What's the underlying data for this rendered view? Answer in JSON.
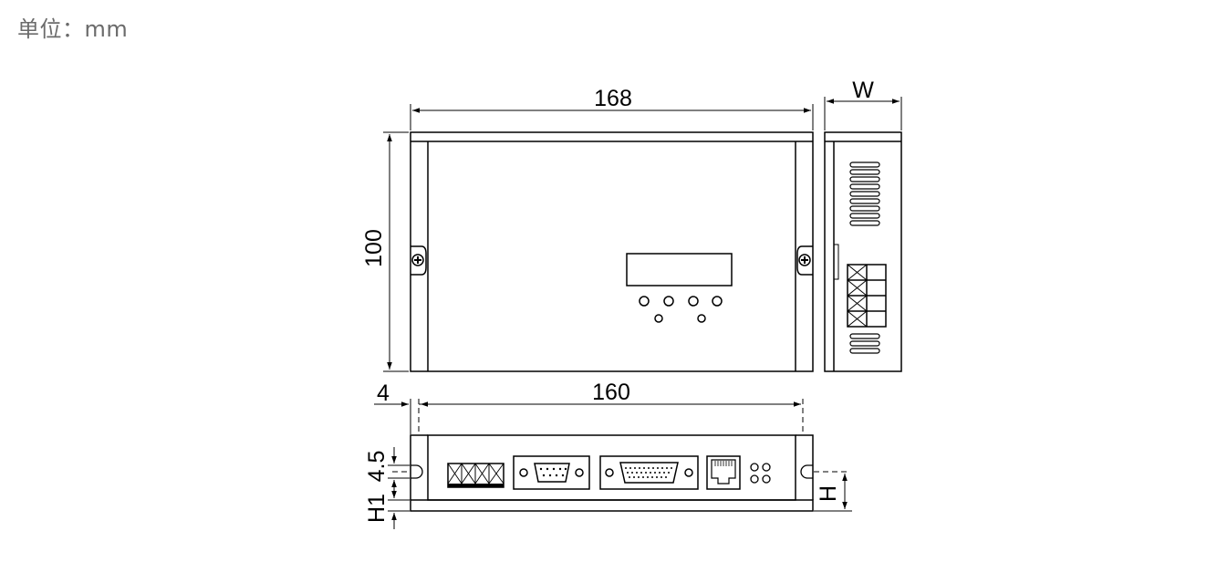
{
  "unit_label": "单位：mm",
  "dimensions": {
    "overall_width": "168",
    "side_width": "W",
    "height": "100",
    "mount_spacing": "160",
    "edge_offset": "4",
    "slot_height": "4.5",
    "bottom_offset": "H1",
    "profile_height": "H"
  }
}
